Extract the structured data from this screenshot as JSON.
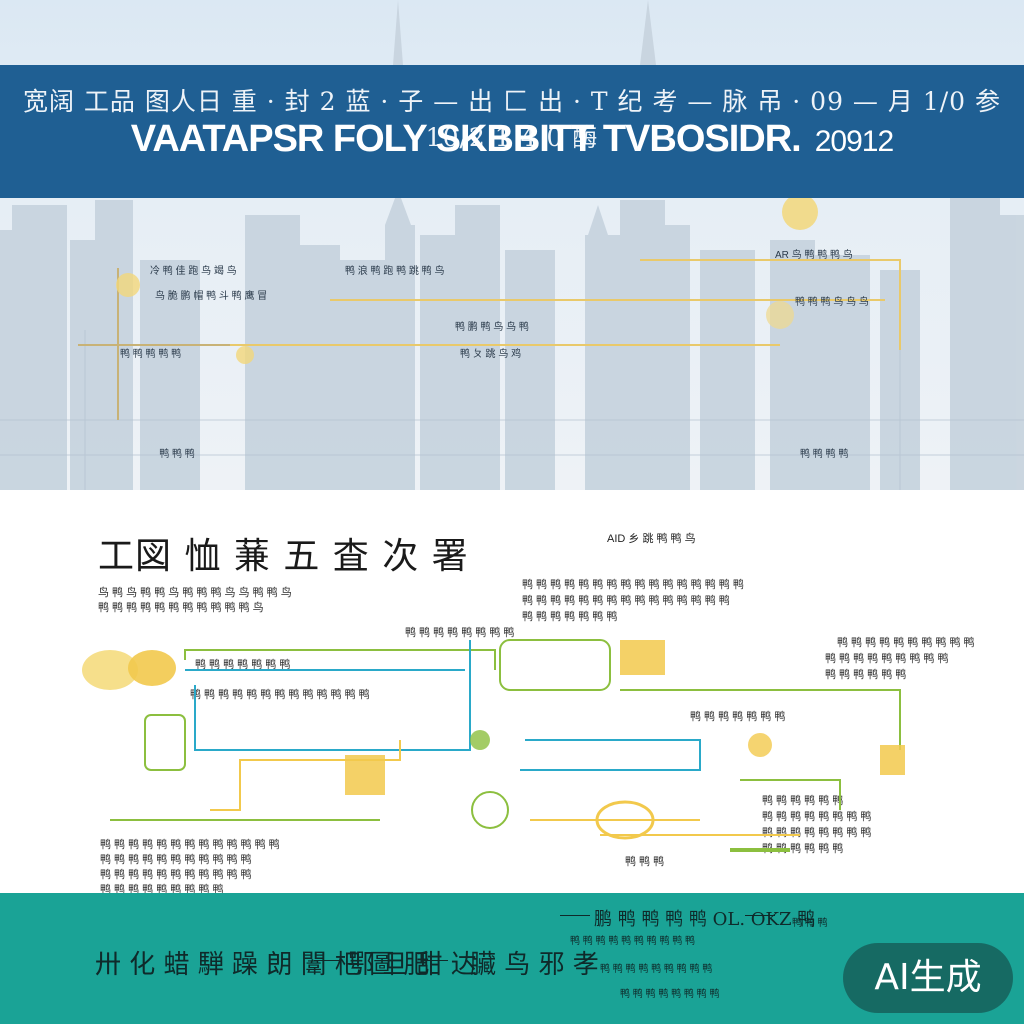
{
  "banner": {
    "subtitle": "宽阔 工品 图人日 重 · 封 2 蓝 · 子 — 出 匚 出 · T 纪 考 — 脉 吊 · 09 — 月 1/0 参 10/2 1 4 0 酶",
    "title": "VAATAPSR FOLY SKBBITT TVBOSIDR.",
    "year": "20912"
  },
  "sky_labels": [
    "冷 鸭 佳 跑 鸟 竭 鸟",
    "鸟 脆 鹏 帽 鸭 斗 鸭 鹰 冒",
    "鸭 浪 鸭 跑 鸭 跳 鸭 鸟",
    "鸭 鹏 鸭 鸟 鸟 鸭",
    "鸭 ㄆ 跳 鸟 鸡",
    "AR 鸟 鸭 鸭 鸭 鸟",
    "鸭 鸭 鸭 鸟 鸟 鸟",
    "鸭 鸭 鸭 鸭 鸭",
    "鸭 鸭 鸭 鸭",
    "ᅟ鸭 鸭 鸭"
  ],
  "section": {
    "title": "工図 恤 蒹 五 査 次 署",
    "tag": "AID 乡  跳 鸭 鸭 鸟",
    "para_left": [
      "鸟 鸭 鸟 鸭 鸭 鸟 鸭 鸭 鸭 鸟 鸟 鸭 鸭 鸟",
      "鸭 鸭 鸭 鸭 鸭 鸭 鸭 鸭 鸭 鸭 鸭 鸟"
    ],
    "para_right": [
      "鸭 鸭 鸭 鸭 鸭 鸭 鸭 鸭 鸭 鸭 鸭 鸭 鸭 鸭 鸭 鸭",
      "鸭 鸭 鸭 鸭 鸭 鸭 鸭 鸭 鸭 鸭 鸭 鸭 鸭 鸭 鸭",
      "鸭 鸭 鸭 鸭 鸭 鸭 鸭"
    ],
    "para_far_right": [
      "鸭 鸭 鸭 鸭 鸭 鸭 鸭 鸭 鸭 鸭",
      "鸭 鸭 鸭 鸭 鸭 鸭 鸭 鸭 鸭",
      "鸭 鸭 鸭 鸭 鸭 鸭"
    ],
    "para_bottom_left": [
      "鸭 鸭 鸭 鸭 鸭 鸭 鸭 鸭 鸭 鸭 鸭 鸭 鸭",
      "鸭 鸭 鸭 鸭 鸭 鸭 鸭 鸭 鸭 鸭 鸭",
      "鸭 鸭 鸭 鸭 鸭 鸭 鸭 鸭 鸭 鸭 鸭",
      "鸭 鸭 鸭 鸭 鸭 鸭 鸭 鸭 鸭"
    ],
    "para_bottom_right": [
      "鸭 鸭 鸭 鸭 鸭 鸭",
      "鸭 鸭 鸭 鸭 鸭 鸭 鸭 鸭",
      "鸭 鸭 鸭 鸭 鸭 鸭 鸭 鸭",
      "鸭 鸭 鸭 鸭 鸭 鸭"
    ],
    "node_labels": [
      "鸭 鸭 鸭 鸭 鸭 鸭 鸭",
      "鸭 鸭 鸭 鸭 鸭 鸭 鸭 鸭 鸭 鸭 鸭 鸭 鸭",
      "鸭 鸭 鸭 鸭 鸭 鸭 鸭 鸭",
      "鸭 鸭 鸭 鸭 鸭 鸭 鸭",
      "鸭 鸭 鸭"
    ]
  },
  "footer": {
    "main_left": "卅 化 蜡 騨 躁 朗 闈 杷 圖 肥",
    "main_mid": "鄂 旦 甜 达",
    "main_right": "臟 鸟 邪 孝",
    "box_label": "鹏 鸭 鸭 鸭 鸭  OL.  OKZ 鸭",
    "notes": [
      "鸭 鸭 鸭",
      "鸭 鸭 鸭 鸭 鸭 鸭 鸭 鸭 鸭 鸭",
      "鸭 鸭 鸭 鸭 鸭 鸭 鸭 鸭 鸭",
      "鸭 鸭 鸭 鸭 鸭 鸭 鸭 鸭"
    ]
  },
  "badge": {
    "label": "AI生成"
  },
  "colors": {
    "banner": "#1f5f93",
    "footer": "#1aa396",
    "accent_yellow": "#f2c94c",
    "accent_green": "#8cbf3f",
    "accent_blue": "#2aa9c9"
  }
}
